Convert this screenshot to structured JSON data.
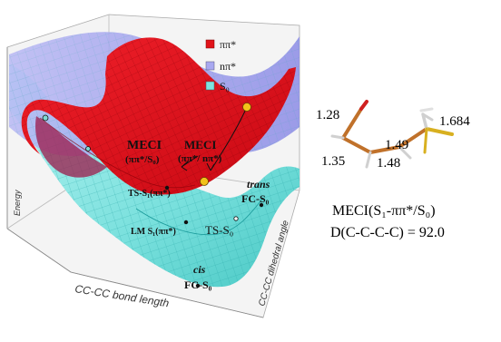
{
  "figure": {
    "legend": {
      "items": [
        {
          "label": "ππ*",
          "color": "#e11218"
        },
        {
          "label": "nπ*",
          "color": "#a8a8f0"
        },
        {
          "label": "S₀",
          "color": "#7fe3e0"
        }
      ]
    },
    "axes": {
      "z_label": "Energy",
      "x_label": "CC-CC bond length",
      "y_label": "CC-CC dihedral angle"
    },
    "annotations": {
      "meci_left_title": "MECI",
      "meci_left_sub": "(ππ*/S₀)",
      "meci_right_title": "MECI",
      "meci_right_sub": "(ππ*/ nπ*)",
      "ts_s1": "TS-S₁(ππ*)",
      "lm_s1": "LM S₁(ππ*)",
      "trans_label": "trans",
      "fc_trans": "FC-S₀",
      "ts_s0": "TS-S₀",
      "cis_label": "cis",
      "fc_cis": "FC-S₀"
    },
    "molecule": {
      "bond_labels": [
        "1.28",
        "1.35",
        "1.48",
        "1.49",
        "1.684"
      ],
      "caption_line1": "MECI(S₁-ππ*/S₀)",
      "caption_line2": "D(C-C-C-C) = 92.0"
    }
  }
}
